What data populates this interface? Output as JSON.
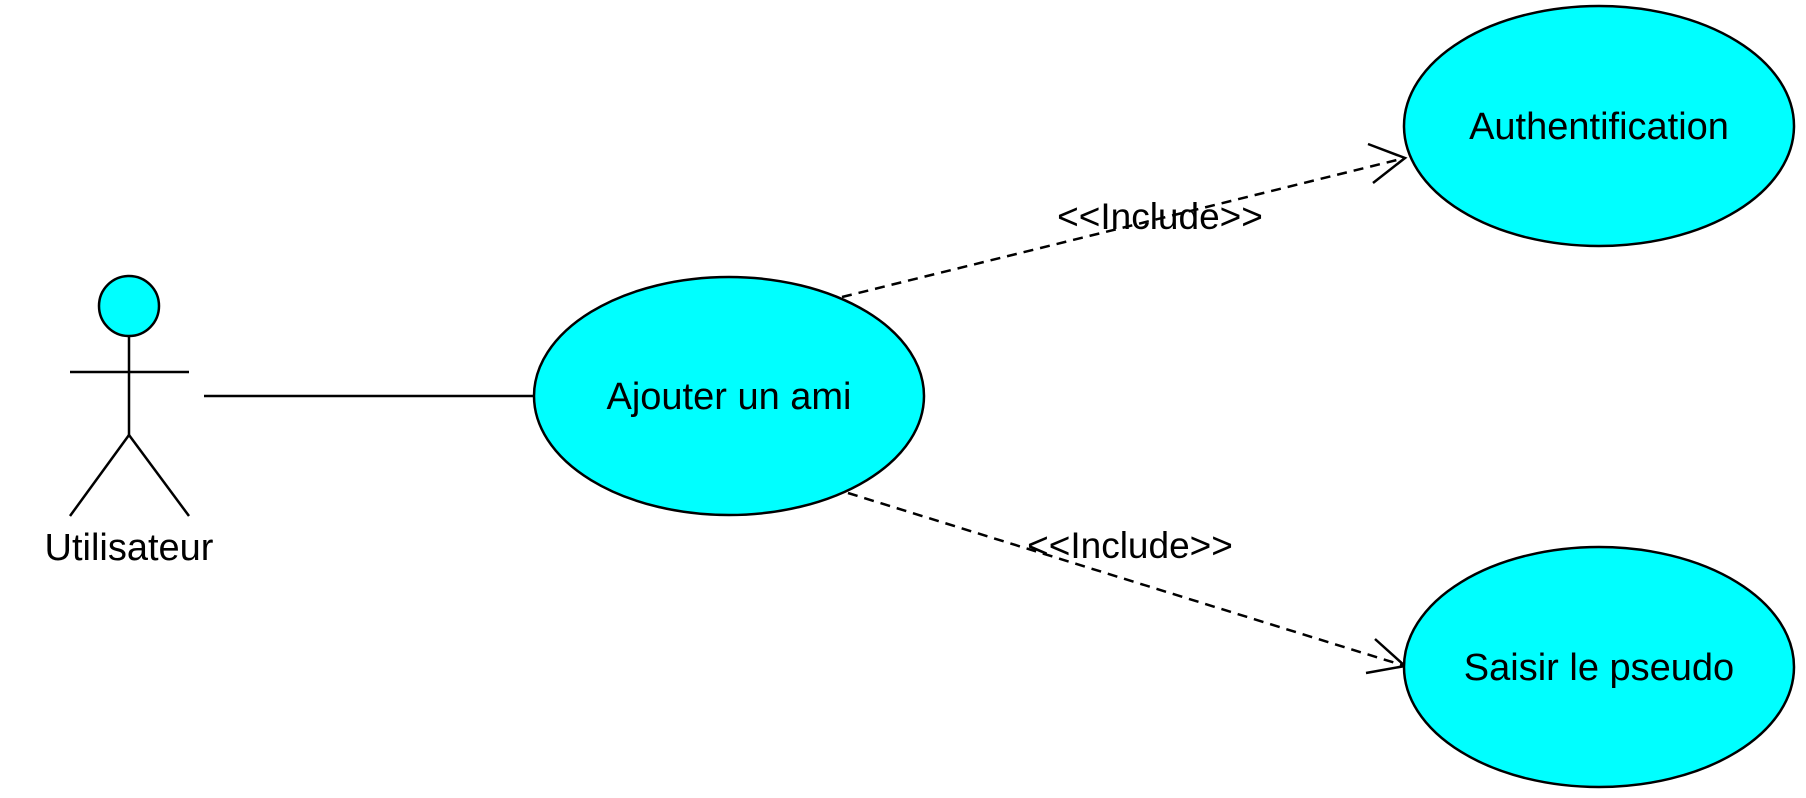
{
  "diagram": {
    "type": "uml-use-case",
    "colors": {
      "use_case_fill": "#00ffff",
      "stroke": "#000000",
      "background": "#ffffff"
    },
    "actor": {
      "label": "Utilisateur"
    },
    "use_cases": {
      "main": {
        "label": "Ajouter un ami"
      },
      "auth": {
        "label": "Authentification"
      },
      "pseudo": {
        "label": "Saisir le pseudo"
      }
    },
    "relations": {
      "include_auth": {
        "label": "<<Include>>",
        "from": "Ajouter un ami",
        "to": "Authentification"
      },
      "include_pseudo": {
        "label": "<<Include>>",
        "from": "Ajouter un ami",
        "to": "Saisir le pseudo"
      }
    }
  }
}
